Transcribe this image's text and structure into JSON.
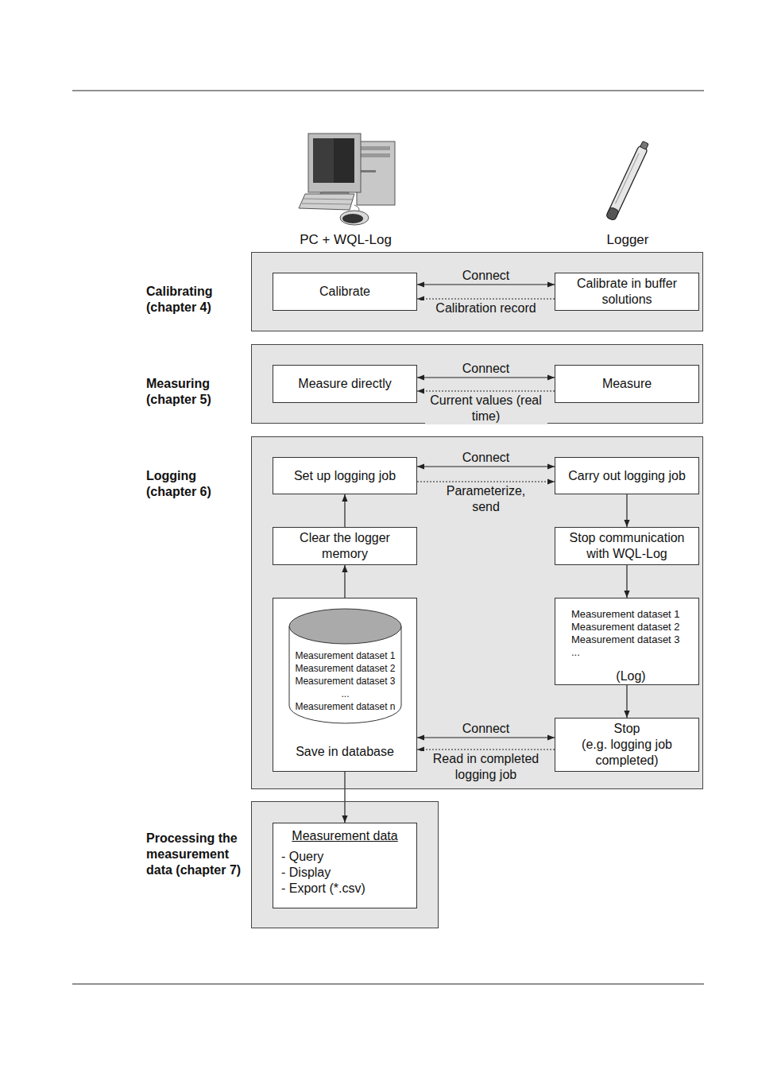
{
  "diagram": {
    "nodes": [
      {
        "text": [
          "Calibrating (chapter 4)"
        ]
      },
      {
        "text": [
          "Calibrate"
        ],
        "in": 0
      },
      {
        "text": [
          "Calibrate in buffer solutions"
        ],
        "in": 0
      },
      {
        "text": [
          "Measuring (chapter 5)"
        ]
      },
      {
        "text": [
          "Measure directly"
        ],
        "in": 3
      },
      {
        "text": [
          "Measure"
        ],
        "in": 3
      },
      {
        "text": [
          "Logging (chapter 6)"
        ]
      },
      {
        "text": [
          "Set up logging job"
        ],
        "in": 6
      },
      {
        "text": [
          "Carry out logging job"
        ],
        "in": 6
      },
      {
        "text": [
          "Clear the logger memory"
        ],
        "in": 6
      },
      {
        "text": [
          "Stop communication with WQL-Log"
        ],
        "in": 6
      },
      {
        "text": [
          "Save in database"
        ],
        "in": 6
      },
      {
        "text": [
          "Measurement dataset 1",
          "Measurement dataset 2",
          "Measurement dataset 3",
          "...",
          "Measurement dataset n"
        ],
        "in": 11
      },
      {
        "text": [
          "Measurement dataset 1",
          "Measurement dataset 2",
          "Measurement dataset 3",
          "...",
          "(Log)"
        ],
        "in": 6
      },
      {
        "text": [
          "Stop",
          "(e.g. logging job completed)"
        ],
        "in": 6
      },
      {
        "text": [
          "Processing the measurement data (chapter 7)"
        ]
      },
      {
        "text": [
          "Measurement data",
          "- Query",
          "- Display",
          "- Export (*.csv)"
        ],
        "in": 15
      }
    ],
    "edges": [
      {
        "from": 1,
        "to": 2,
        "arrow": "both",
        "label": "Connect"
      },
      {
        "from": 2,
        "to": 1,
        "arrow": "to",
        "label": "Calibration record"
      },
      {
        "from": 4,
        "to": 5,
        "arrow": "both",
        "label": "Connect"
      },
      {
        "from": 5,
        "to": 4,
        "arrow": "to",
        "label": "Current values (real time)"
      },
      {
        "from": 7,
        "to": 8,
        "arrow": "both",
        "label": "Connect"
      },
      {
        "from": 7,
        "to": 8,
        "arrow": "to",
        "label": "Parameterize, send"
      },
      {
        "from": 8,
        "to": 10,
        "arrow": "to"
      },
      {
        "from": 10,
        "to": 13,
        "arrow": "to"
      },
      {
        "from": 13,
        "to": 14,
        "arrow": "to"
      },
      {
        "from": 11,
        "to": 14,
        "arrow": "both",
        "label": "Connect"
      },
      {
        "from": 14,
        "to": 11,
        "arrow": "to",
        "label": "Read in completed logging job"
      },
      {
        "from": 11,
        "to": 9,
        "arrow": "to"
      },
      {
        "from": 9,
        "to": 7,
        "arrow": "to"
      },
      {
        "from": 11,
        "to": 16,
        "arrow": "to"
      }
    ],
    "labels": [
      "PC + WQL-Log",
      "Logger"
    ]
  }
}
